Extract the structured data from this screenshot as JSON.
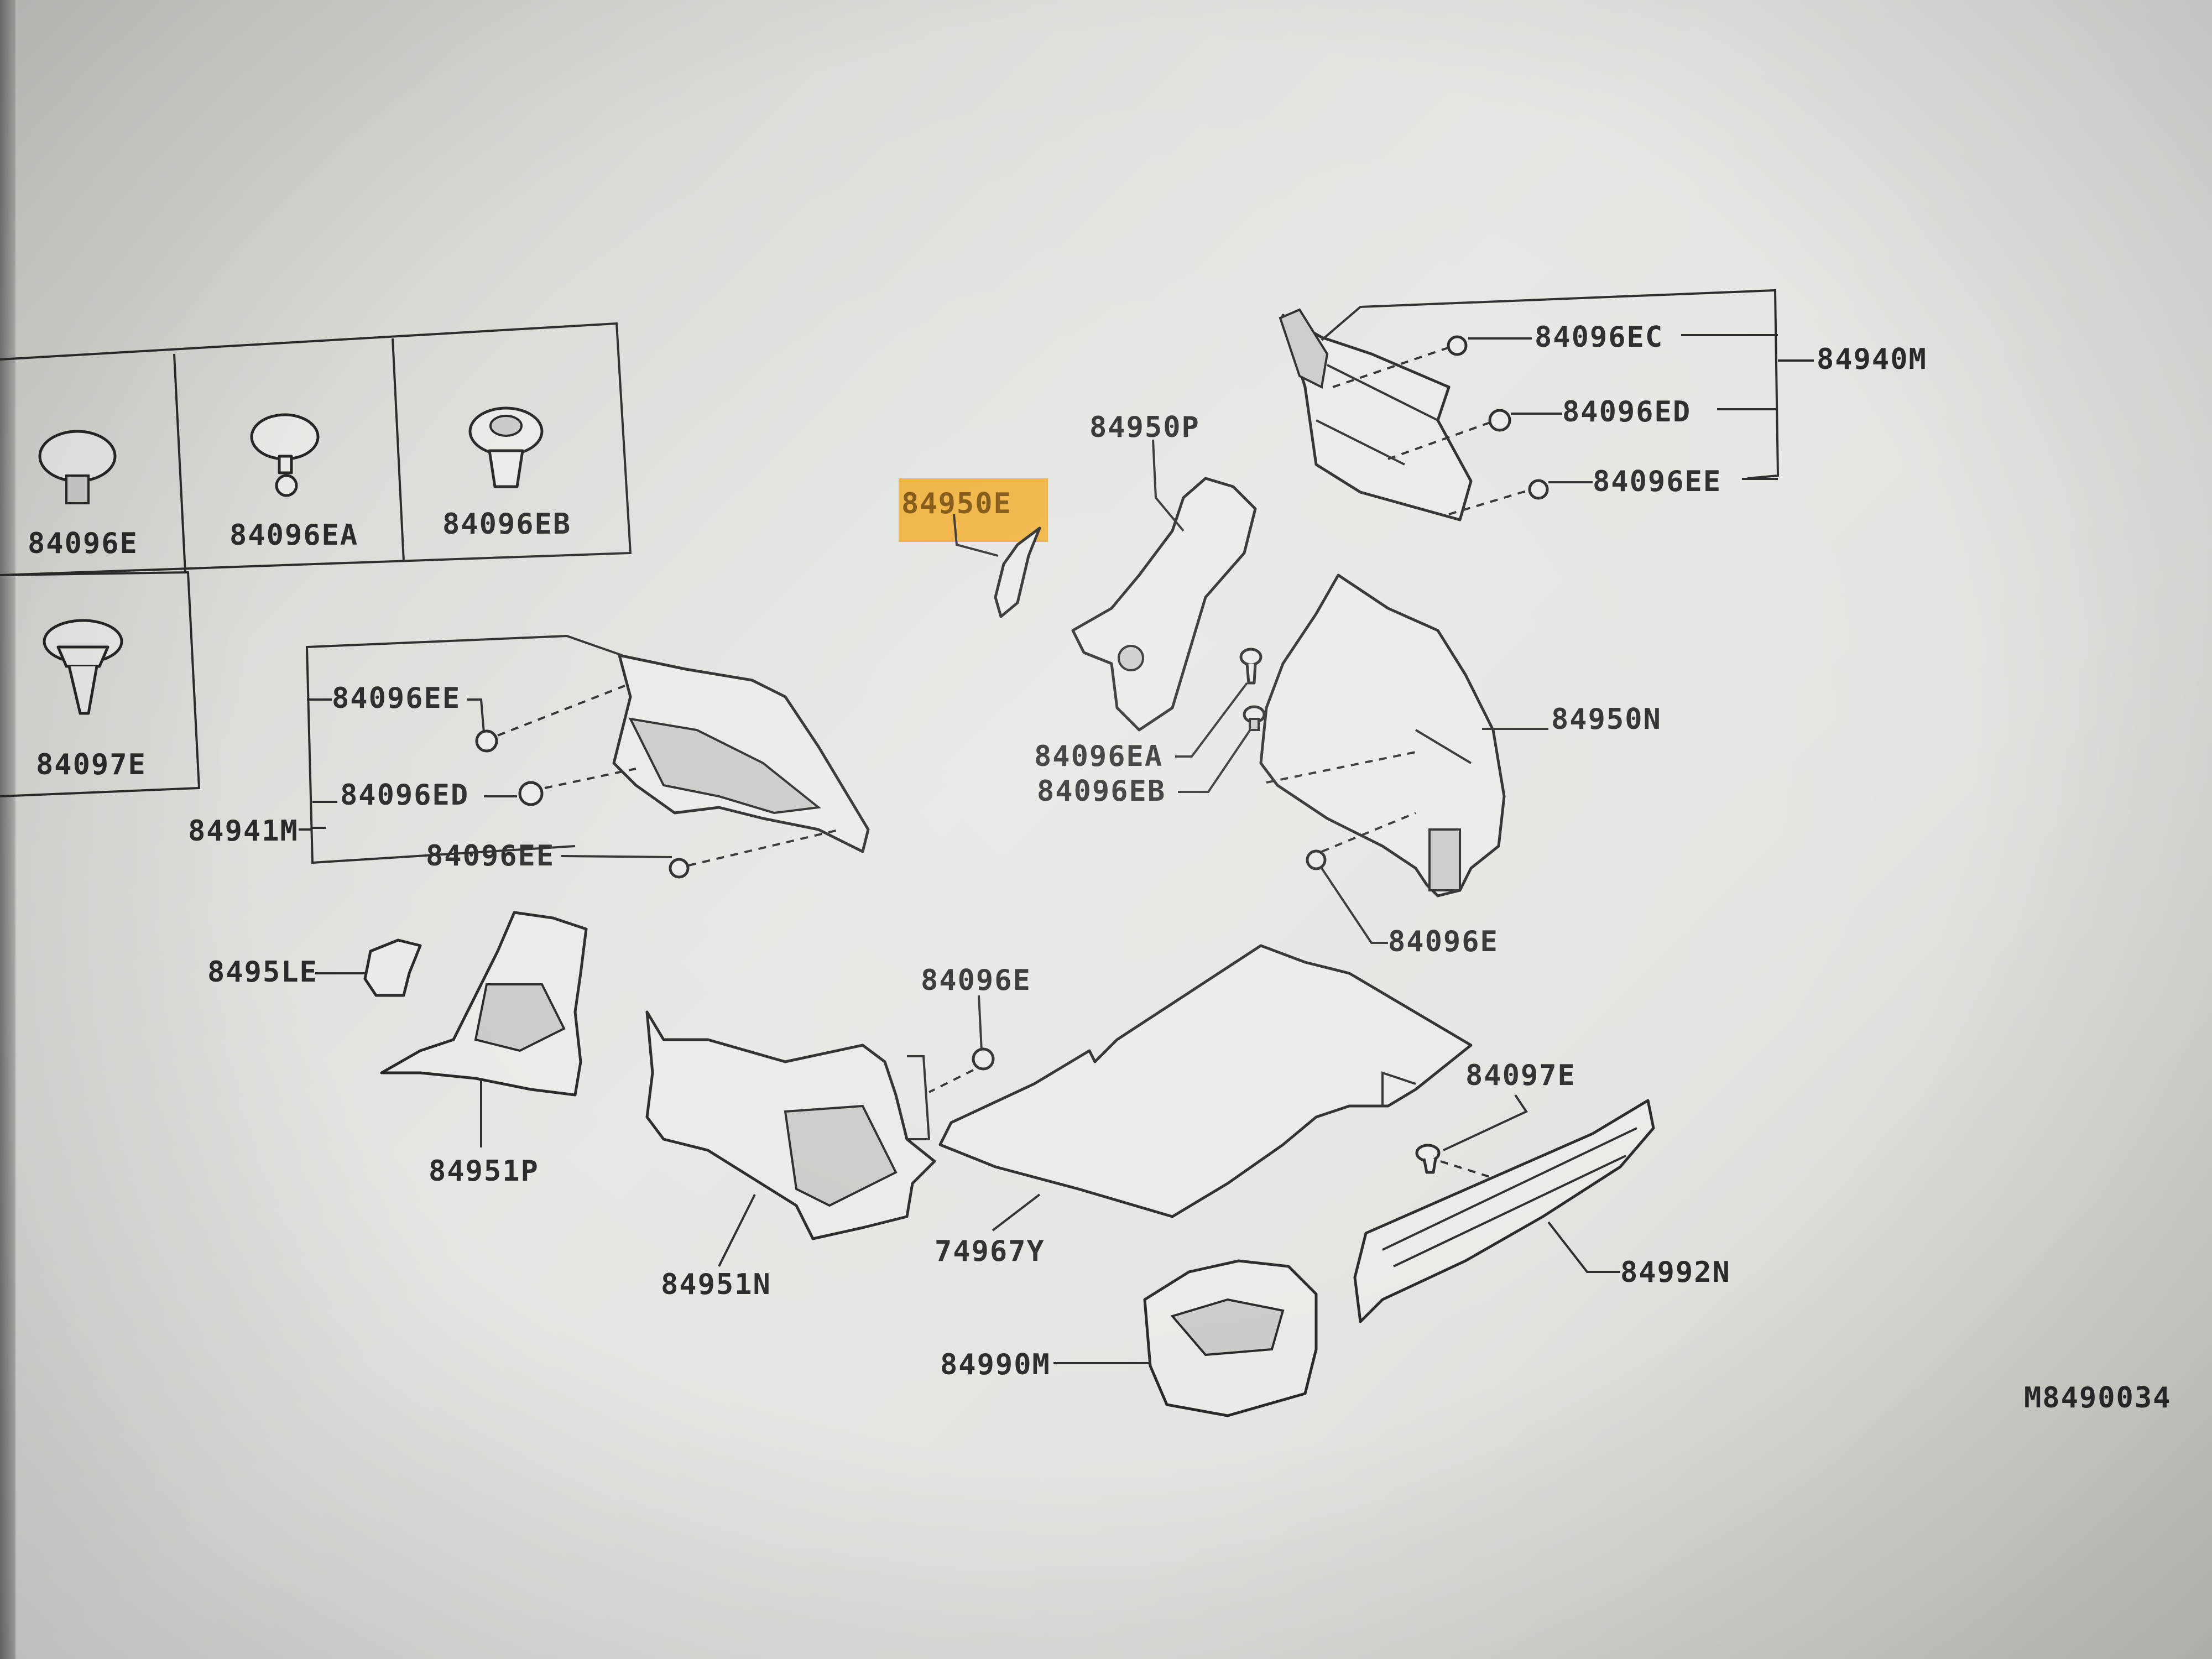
{
  "diagram": {
    "highlighted_part": "84950E",
    "highlight_color": "#f0a81e",
    "drawing_code": "M8490034",
    "fastener_legend": [
      {
        "code": "84096E"
      },
      {
        "code": "84096EA"
      },
      {
        "code": "84096EB"
      },
      {
        "code": "84097E"
      }
    ],
    "callouts": {
      "c84940M": "84940M",
      "c84096EC_top": "84096EC",
      "c84096ED_top": "84096ED",
      "c84096EE_top": "84096EE",
      "c84950P": "84950P",
      "c84950E": "84950E",
      "c84950N": "84950N",
      "c84096EA_mid": "84096EA",
      "c84096EB_mid": "84096EB",
      "c84096E_right": "84096E",
      "c84941M": "84941M",
      "c84096EE_left": "84096EE",
      "c84096ED_left": "84096ED",
      "c84096EE_left2": "84096EE",
      "c84951E": "8495LE",
      "c84951P": "84951P",
      "c84096E_mid": "84096E",
      "c84097E": "84097E",
      "c84951N": "84951N",
      "c74967Y": "74967Y",
      "c84992N": "84992N",
      "c84990M": "84990M"
    }
  }
}
